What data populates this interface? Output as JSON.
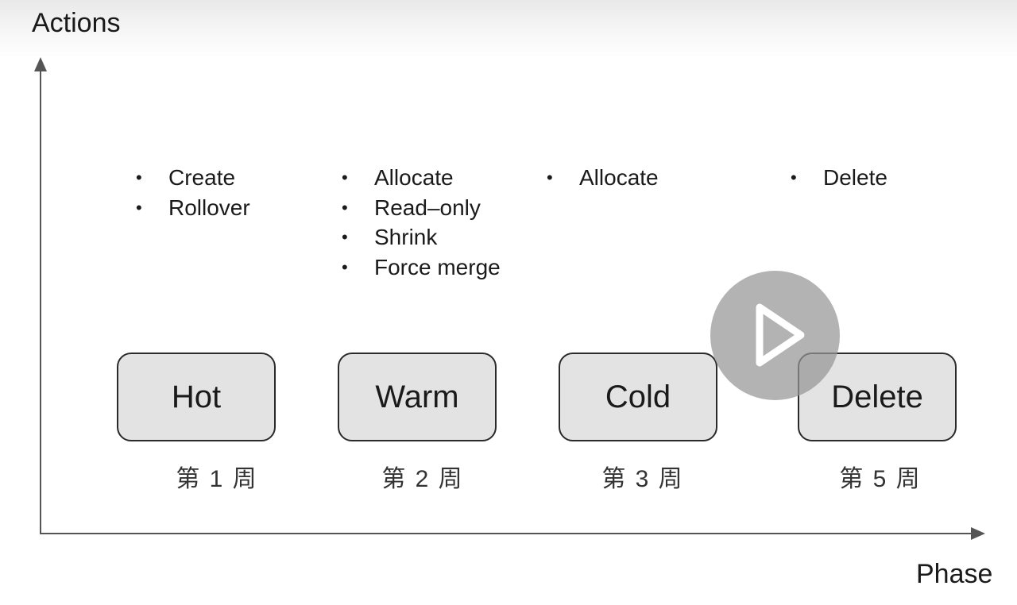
{
  "diagram": {
    "y_axis_label": "Actions",
    "x_axis_label": "Phase",
    "phases": [
      {
        "name": "Hot",
        "week": "第 1 周",
        "actions": [
          "Create",
          "Rollover"
        ]
      },
      {
        "name": "Warm",
        "week": "第 2 周",
        "actions": [
          "Allocate",
          "Read–only",
          "Shrink",
          "Force merge"
        ]
      },
      {
        "name": "Cold",
        "week": "第 3 周",
        "actions": [
          "Allocate"
        ]
      },
      {
        "name": "Delete",
        "week": "第 5 周",
        "actions": [
          "Delete"
        ]
      }
    ]
  },
  "overlay": {
    "play_icon": "play-icon"
  },
  "colors": {
    "box_fill": "#e3e3e3",
    "box_border": "#2a2a2a",
    "axis": "#555555",
    "play_overlay": "#969696"
  }
}
